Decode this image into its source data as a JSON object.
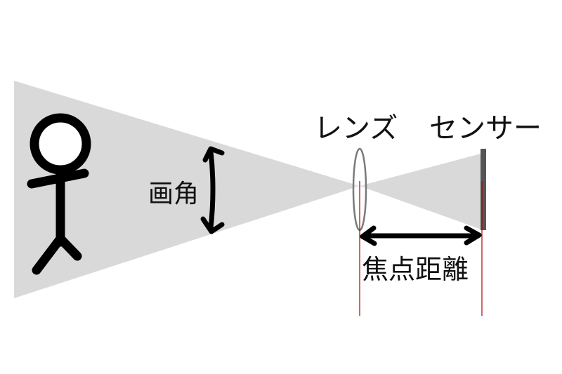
{
  "labels": {
    "lens": "レンズ",
    "sensor": "センサー",
    "angle_of_view": "画角",
    "focal_length": "焦点距離"
  },
  "colors": {
    "cone": "#d9d9d9",
    "ink": "#000000",
    "lens_stroke": "#7a7a7a",
    "sensor": "#555555",
    "guide_line": "#b00000"
  }
}
